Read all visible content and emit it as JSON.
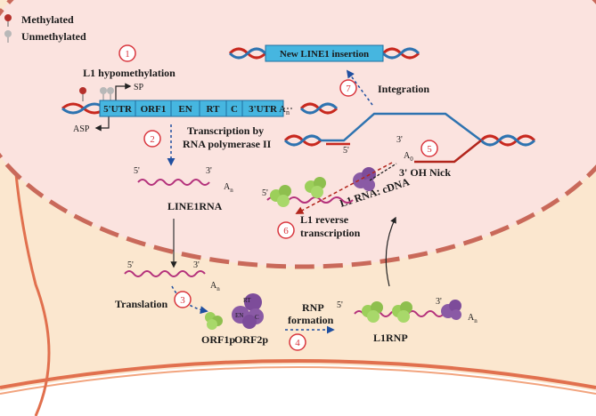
{
  "legend": {
    "methylated": "Methylated",
    "unmethylated": "Unmethylated",
    "methylated_color": "#b5302b",
    "unmethylated_color": "#b8b8b8"
  },
  "colors": {
    "nucleus_fill": "#fbe3df",
    "cytoplasm_fill": "#fbe7cf",
    "membrane": "#e1704e",
    "nuclear_envelope": "#c9695a",
    "gene_box": "#46b6e0",
    "dna_red": "#c8281e",
    "dna_blue": "#2e73b0",
    "rna": "#b4317b",
    "orf1p": "#9ccf5a",
    "orf2p": "#8a5aa5",
    "arrow_blue": "#1f4fa0",
    "cdna_red": "#b2251c",
    "step_ring": "#d9363e"
  },
  "steps": [
    "1",
    "2",
    "3",
    "4",
    "5",
    "6",
    "7"
  ],
  "labels": {
    "hypomethylation": "L1 hypomethylation",
    "sp": "SP",
    "asp": "ASP",
    "segments": [
      "5'UTR",
      "ORF1",
      "EN",
      "RT",
      "C",
      "3'UTR"
    ],
    "poly_a": "A",
    "poly_a_sub": "n",
    "transcription_line1": "Transcription by",
    "transcription_line2": "RNA polymerase II",
    "line1rna": "LINE1RNA",
    "five_prime": "5'",
    "three_prime": "3'",
    "translation": "Translation",
    "orf1p": "ORF1p",
    "orf2p": "ORF2p",
    "orf2p_domains": [
      "RT",
      "EN",
      "C"
    ],
    "rnp_formation_line1": "RNP",
    "rnp_formation_line2": "formation",
    "l1rnp": "L1RNP",
    "new_insertion": "New LINE1 insertion",
    "integration": "Integration",
    "oh_nick": "3' OH Nick",
    "rna_cdna": "L1 RNA: cDNA",
    "reverse_line1": "L1 reverse",
    "reverse_line2": "transcription",
    "a0": "A",
    "a0_sub": "0"
  }
}
